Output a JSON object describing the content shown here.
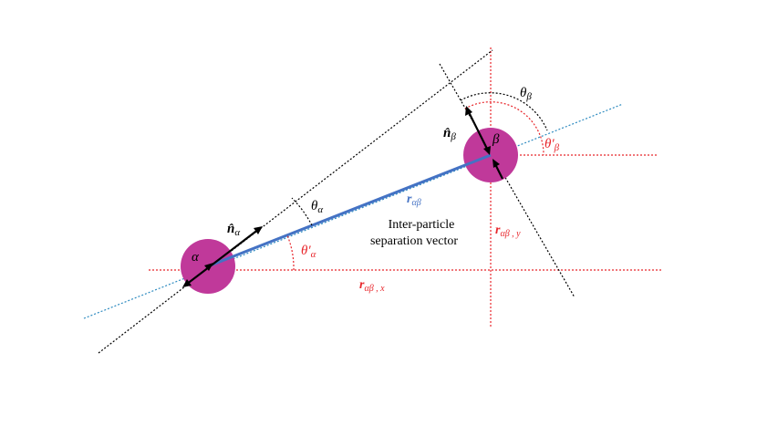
{
  "colors": {
    "particle": "#C0399A",
    "separation_vector": "#4472C4",
    "normal_line": "#2E8BC0",
    "reference": "#E8262B",
    "black": "#000000"
  },
  "labels": {
    "particle_alpha": "α",
    "particle_beta": "β",
    "normal_alpha_base": "n̂",
    "normal_alpha_sub": "α",
    "normal_beta_base": "n̂",
    "normal_beta_sub": "β",
    "theta_alpha_base": "θ",
    "theta_alpha_sub": "α",
    "theta_beta_base": "θ",
    "theta_beta_sub": "β",
    "theta_prime_alpha_base": "θ′",
    "theta_prime_alpha_sub": "α",
    "theta_prime_beta_base": "θ′",
    "theta_prime_beta_sub": "β",
    "r_vec_base": "r",
    "r_vec_sub": "αβ",
    "r_x_base": "r",
    "r_x_sub": "αβ , x",
    "r_y_base": "r",
    "r_y_sub": "αβ , y",
    "description_line1": "Inter-particle",
    "description_line2": "separation vector"
  }
}
